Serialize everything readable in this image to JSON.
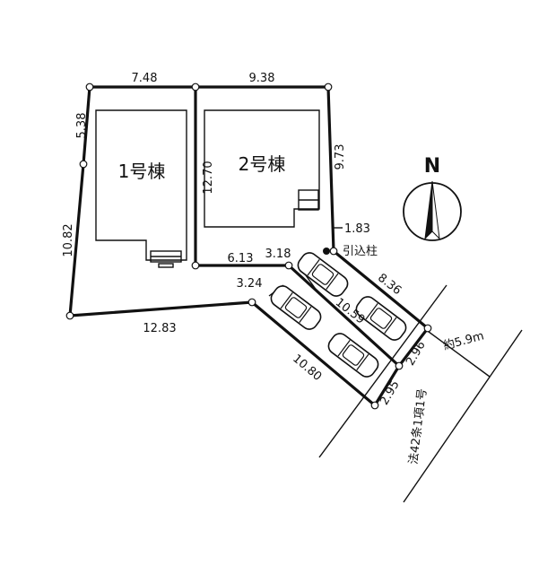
{
  "north_label": "N",
  "buildings": {
    "b1_label": "1号棟",
    "b2_label": "2号棟"
  },
  "dimensions": {
    "top_left": "7.48",
    "top_right": "9.38",
    "left_upper": "5.38",
    "left_lower": "10.82",
    "center": "12.70",
    "right_upper": "9.73",
    "small_right": "1.83",
    "bottom_mid": "6.13",
    "bottom_right": "3.18",
    "bottom_left": "12.83",
    "diag_upper": "8.36",
    "notch": "3.24",
    "diag_inner": "10.59",
    "parking_bottom": "10.80",
    "road_edge_upper": "2.96",
    "road_edge_lower": "2.95"
  },
  "pole_label": "引込柱",
  "road": {
    "width_label": "約5.9m",
    "name_label": "法42条1項1号"
  }
}
